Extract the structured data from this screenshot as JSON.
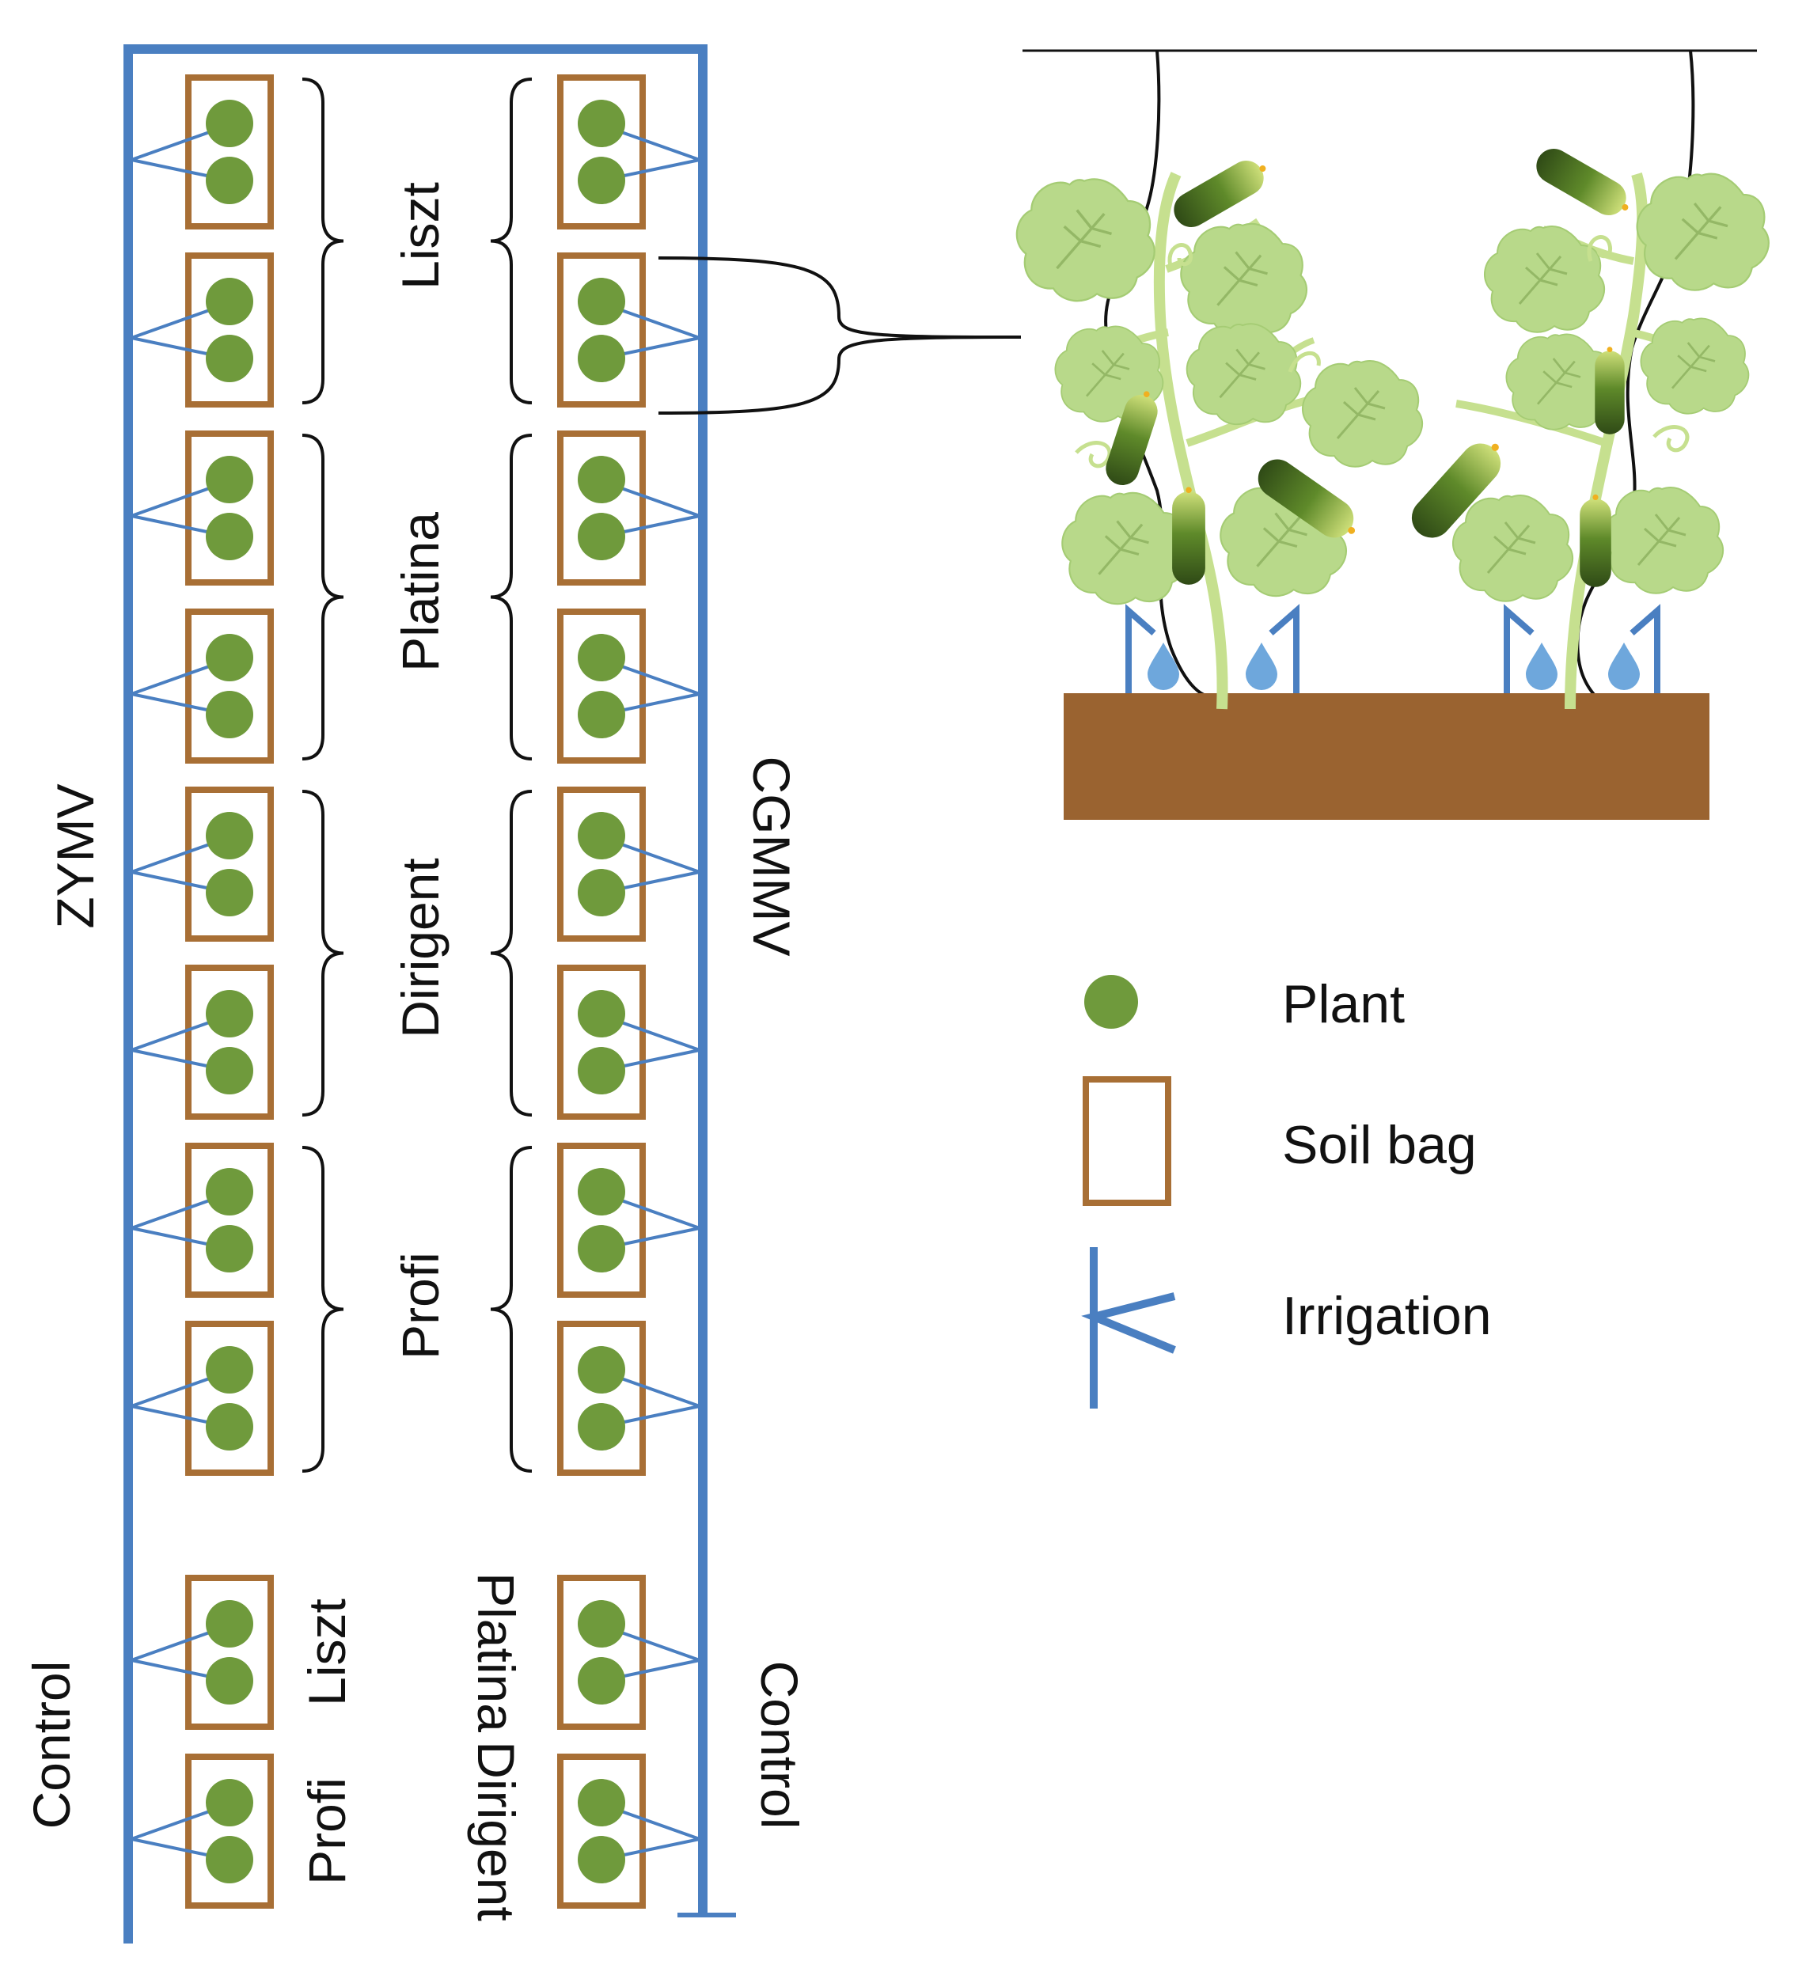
{
  "colors": {
    "irrigation": "#4a7fc1",
    "soil_bag": "#a86f35",
    "plant": "#6f9a3c",
    "soil": "#9a6330",
    "leaf": "#b8d98a",
    "stem": "#c6e08f",
    "cucumber_dark": "#2f4a16",
    "cucumber_light": "#c7dc74",
    "water_drop": "#6ea7dc",
    "wire": "#111111"
  },
  "layout": {
    "left_column_labels": {
      "disease_left": "ZYMV",
      "control_left": "Control"
    },
    "right_column_labels": {
      "disease_right": "CGMMV",
      "control_right": "Control"
    },
    "variety_groups": [
      "Liszt",
      "Platina",
      "Dirigent",
      "Profi"
    ],
    "control_bags_left": [
      "Liszt",
      "Profi"
    ],
    "control_bags_right": [
      "Platina",
      "Dirigent"
    ]
  },
  "legend": {
    "plant": "Plant",
    "soil_bag": "Soil bag",
    "irrigation": "Irrigation"
  },
  "illustration": {
    "icons": [
      "cucumber-plant-icon",
      "soil-bed-icon",
      "trellis-wire-icon",
      "water-drop-icon"
    ]
  }
}
